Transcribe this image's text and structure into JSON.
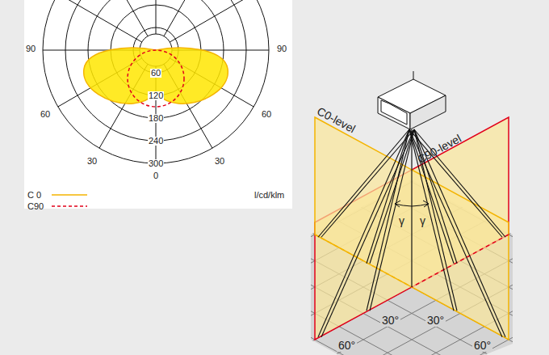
{
  "diagram": {
    "labels": [
      "90",
      "90",
      "60",
      "60",
      "30",
      "30",
      "0",
      "60",
      "120",
      "180",
      "240",
      "300",
      "l/cd/klm",
      "C0-level",
      "C90-level",
      "γ",
      "γ",
      "30°",
      "30°",
      "60°",
      "60°"
    ],
    "legend": [
      {
        "text": "C 0"
      },
      {
        "text": "C90"
      }
    ]
  }
}
